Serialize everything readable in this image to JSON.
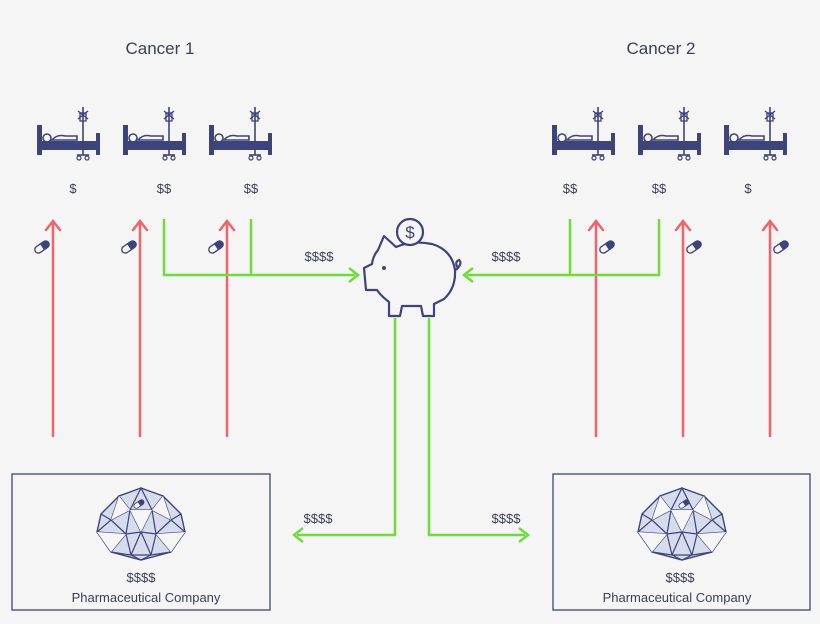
{
  "groups": [
    {
      "title": "Cancer 1",
      "patients": [
        {
          "amount": "$"
        },
        {
          "amount": "$$"
        },
        {
          "amount": "$$"
        }
      ],
      "flow_to_bank": "$$$$",
      "flow_to_company": "$$$$",
      "company": {
        "amount": "$$$$",
        "name": "Pharmaceutical Company"
      }
    },
    {
      "title": "Cancer 2",
      "patients": [
        {
          "amount": "$$"
        },
        {
          "amount": "$$"
        },
        {
          "amount": "$"
        }
      ],
      "flow_to_bank": "$$$$",
      "flow_to_company": "$$$$",
      "company": {
        "amount": "$$$$",
        "name": "Pharmaceutical Company"
      }
    }
  ],
  "piggy_bank": {
    "coin_symbol": "$"
  },
  "colors": {
    "background": "#f5f5f6",
    "navy": "#3d4478",
    "drug_flow_red": "#f2636a",
    "money_flow_green": "#6fdc3c",
    "gem_fill": "#d7dcec"
  },
  "icons": [
    "hospital-bed-icon",
    "pill-icon",
    "piggy-bank-icon",
    "dollar-coin-icon",
    "geodesic-sphere-icon",
    "arrow-up-icon",
    "arrow-left-icon",
    "arrow-right-icon"
  ]
}
